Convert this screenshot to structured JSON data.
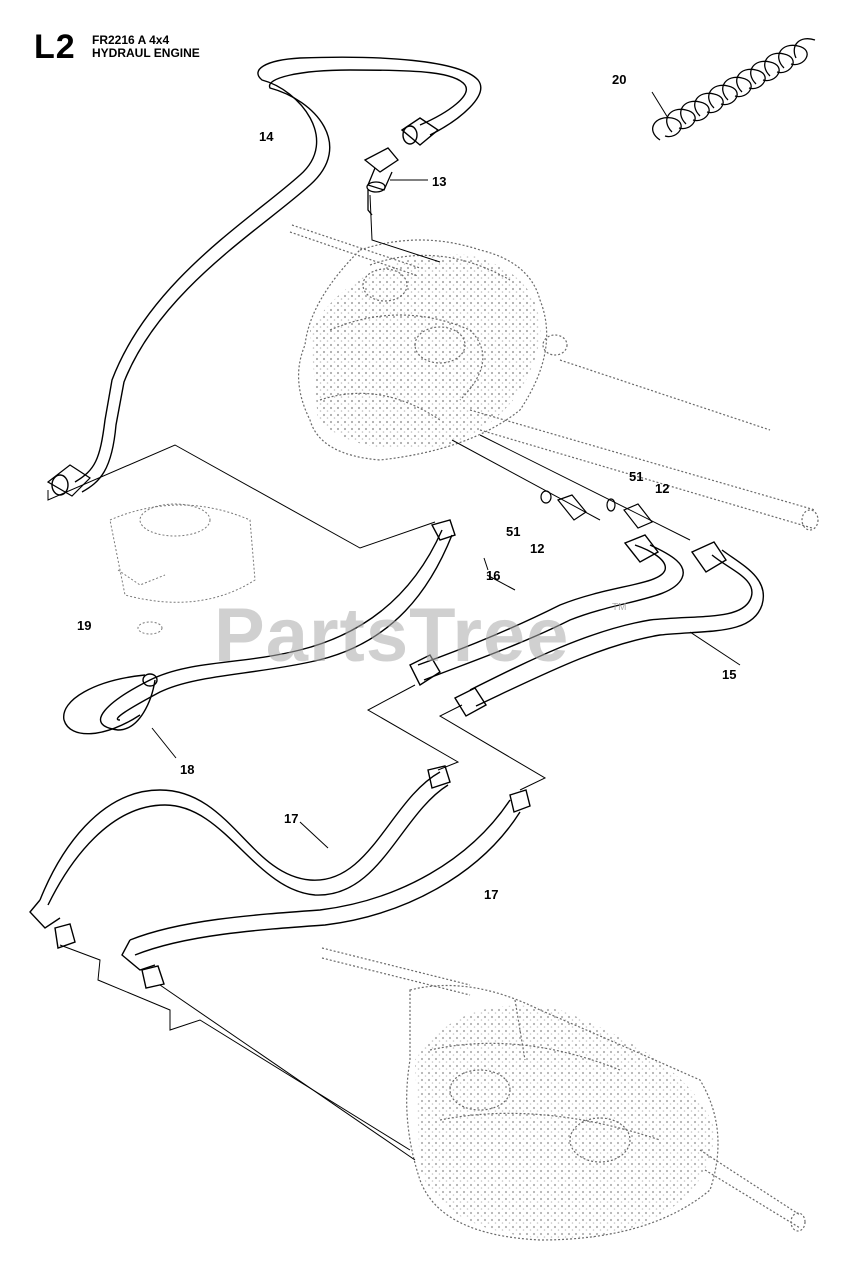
{
  "header": {
    "section_code": "L2",
    "model": "FR2216 A 4x4",
    "title": "HYDRAUL ENGINE"
  },
  "watermark": {
    "text": "PartsTree",
    "mark": "TM"
  },
  "callouts": {
    "c20": "20",
    "c14": "14",
    "c13": "13",
    "c51a": "51",
    "c12a": "12",
    "c51b": "51",
    "c12b": "12",
    "c16": "16",
    "c19": "19",
    "c15": "15",
    "c18": "18",
    "c17a": "17",
    "c17b": "17"
  },
  "colors": {
    "line": "#000000",
    "ghost": "#7a7a7a",
    "watermark": "#aaaaaa"
  }
}
